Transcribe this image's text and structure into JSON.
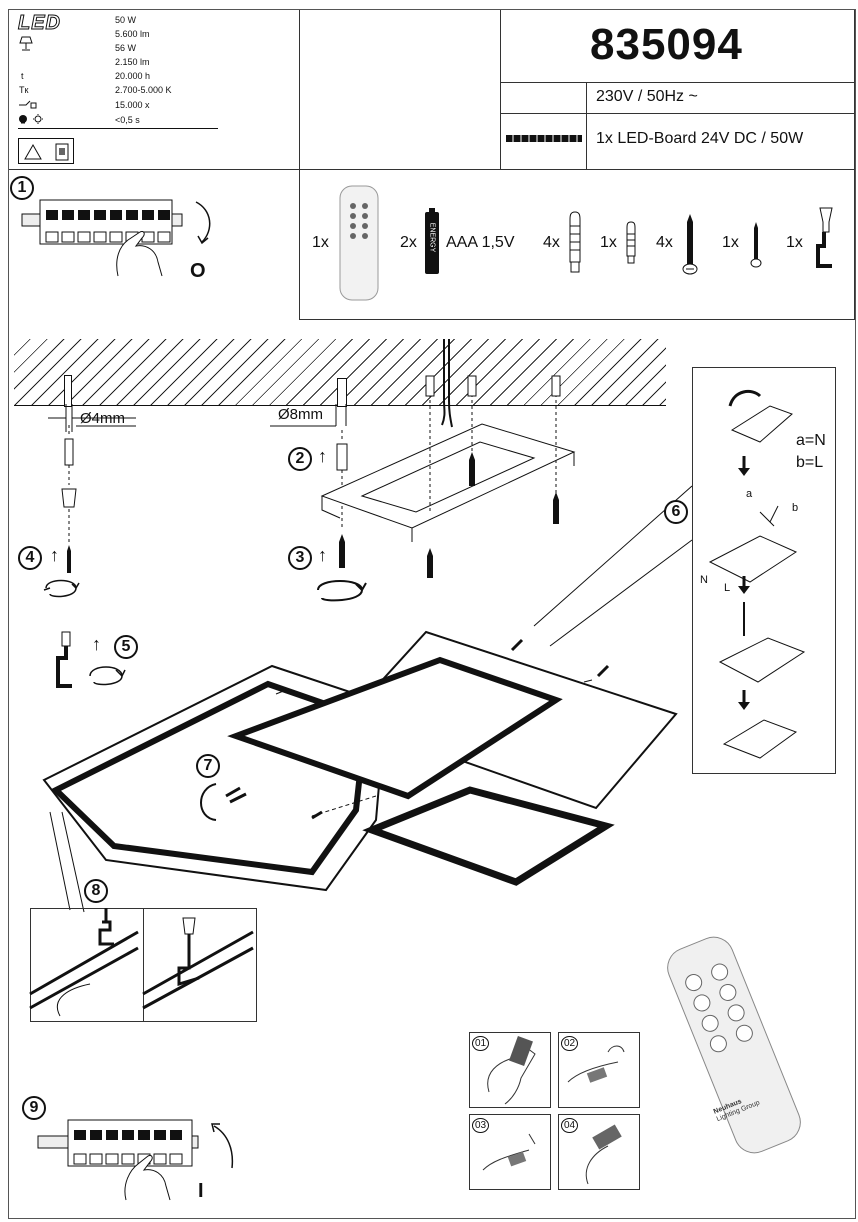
{
  "specs": {
    "led_label": "LED",
    "rows": [
      {
        "icon": "led-power-icon",
        "value": "50 W"
      },
      {
        "icon": "lumen-icon",
        "value": "5.600 lm"
      },
      {
        "icon": "lamp-icon",
        "value": "56 W"
      },
      {
        "icon": "lumen-icon",
        "value": "2.150 lm"
      },
      {
        "icon": "lifetime-icon",
        "symbol": "t",
        "value": "20.000 h"
      },
      {
        "icon": "color-temp-icon",
        "symbol": "Tк",
        "value": "2.700-5.000 K"
      },
      {
        "icon": "switch-cycles-icon",
        "value": "15.000 x"
      },
      {
        "icon": "warmup-icon",
        "value": "<0,5 s"
      }
    ]
  },
  "header": {
    "article_number": "835094",
    "voltage": "230V / 50Hz ~",
    "led_board": "1x LED-Board 24V DC / 50W"
  },
  "steps": {
    "s1": "1",
    "s2": "2",
    "s3": "3",
    "s4": "4",
    "s5": "5",
    "s6": "6",
    "s7": "7",
    "s8": "8",
    "s9": "9"
  },
  "switch": {
    "off": "O",
    "on": "I"
  },
  "parts": [
    {
      "qty": "1x",
      "name": "remote-control"
    },
    {
      "qty": "2x",
      "name": "battery",
      "label": "AAA 1,5V",
      "battery_text": "ENERGY"
    },
    {
      "qty": "4x",
      "name": "wall-plug"
    },
    {
      "qty": "1x",
      "name": "small-wall-plug"
    },
    {
      "qty": "4x",
      "name": "screw"
    },
    {
      "qty": "1x",
      "name": "small-screw"
    },
    {
      "qty": "1x",
      "name": "hook-tool"
    }
  ],
  "drill": {
    "d4": "Ø4mm",
    "d8": "Ø8mm"
  },
  "wiring": {
    "a_label": "a=N",
    "b_label": "b=L",
    "a": "a",
    "b": "b",
    "n": "N",
    "l": "L"
  },
  "remote": {
    "brand_line1": "Neuhaus",
    "brand_line2": "Lighting Group"
  },
  "battery_steps": [
    "01",
    "02",
    "03",
    "04"
  ]
}
